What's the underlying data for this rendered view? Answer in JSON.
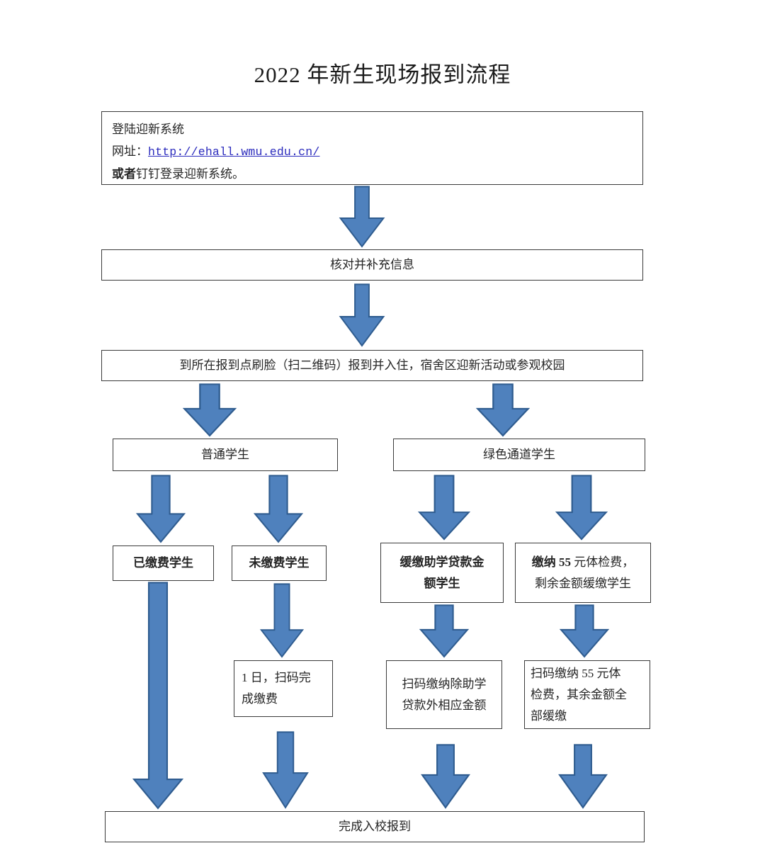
{
  "document": {
    "title": "2022 年新生现场报到流程",
    "type": "flowchart",
    "accent_color": "#4f81bd",
    "accent_outline_color": "#2f5c8f",
    "box_border_color": "#3a3a3a",
    "link_color": "#2b2bbd",
    "background_color": "#ffffff"
  },
  "nodes": {
    "login": {
      "line1": "登陆迎新系统",
      "line2_label": "网址：",
      "line2_url": "http://ehall.wmu.edu.cn/",
      "line3_bold": "或者",
      "line3_rest": "钉钉登录迎新系统。"
    },
    "verify": {
      "label": "核对并补充信息"
    },
    "report": {
      "label": "到所在报到点刷脸（扫二维码）报到并入住，宿舍区迎新活动或参观校园"
    },
    "normal_student": {
      "label": "普通学生"
    },
    "green_channel_student": {
      "label": "绿色通道学生"
    },
    "paid_student": {
      "label": "已缴费学生"
    },
    "unpaid_student": {
      "label": "未缴费学生"
    },
    "loan_deferred_student": {
      "line1": "缓缴助学贷款金",
      "line2": "额学生"
    },
    "fee55_student": {
      "line1_bold": "缴纳 55",
      "line1_rest": " 元体检费，",
      "line2": "剩余金额缓缴学生"
    },
    "pay_one_day": {
      "line1": "1 日，扫码完",
      "line2": "成缴费"
    },
    "pay_rest": {
      "line1": "扫码缴纳除助学",
      "line2": "贷款外相应金额"
    },
    "pay_55": {
      "line1": "扫码缴纳 55 元体",
      "line2": "检费，其余金额全",
      "line3": "部缓缴"
    },
    "done": {
      "label": "完成入校报到"
    }
  },
  "edges": [
    {
      "id": "login-verify",
      "from": "login",
      "to": "verify",
      "icon": "down-arrow-icon"
    },
    {
      "id": "verify-report",
      "from": "verify",
      "to": "report",
      "icon": "down-arrow-icon"
    },
    {
      "id": "report-normal",
      "from": "report",
      "to": "normal_student",
      "icon": "down-arrow-icon"
    },
    {
      "id": "report-green",
      "from": "report",
      "to": "green_channel_student",
      "icon": "down-arrow-icon"
    },
    {
      "id": "normal-paid",
      "from": "normal_student",
      "to": "paid_student",
      "icon": "down-arrow-icon"
    },
    {
      "id": "normal-unpaid",
      "from": "normal_student",
      "to": "unpaid_student",
      "icon": "down-arrow-icon"
    },
    {
      "id": "green-loan",
      "from": "green_channel_student",
      "to": "loan_deferred_student",
      "icon": "down-arrow-icon"
    },
    {
      "id": "green-fee55",
      "from": "green_channel_student",
      "to": "fee55_student",
      "icon": "down-arrow-icon"
    },
    {
      "id": "paid-done",
      "from": "paid_student",
      "to": "done",
      "icon": "long-down-arrow-icon"
    },
    {
      "id": "unpaid-pay1",
      "from": "unpaid_student",
      "to": "pay_one_day",
      "icon": "down-arrow-icon"
    },
    {
      "id": "loan-payrest",
      "from": "loan_deferred_student",
      "to": "pay_rest",
      "icon": "down-arrow-icon"
    },
    {
      "id": "fee55-pay55",
      "from": "fee55_student",
      "to": "pay_55",
      "icon": "down-arrow-icon"
    },
    {
      "id": "pay1-done",
      "from": "pay_one_day",
      "to": "done",
      "icon": "down-arrow-icon"
    },
    {
      "id": "payrest-done",
      "from": "pay_rest",
      "to": "done",
      "icon": "down-arrow-icon"
    },
    {
      "id": "pay55-done",
      "from": "pay_55",
      "to": "done",
      "icon": "down-arrow-icon"
    }
  ]
}
